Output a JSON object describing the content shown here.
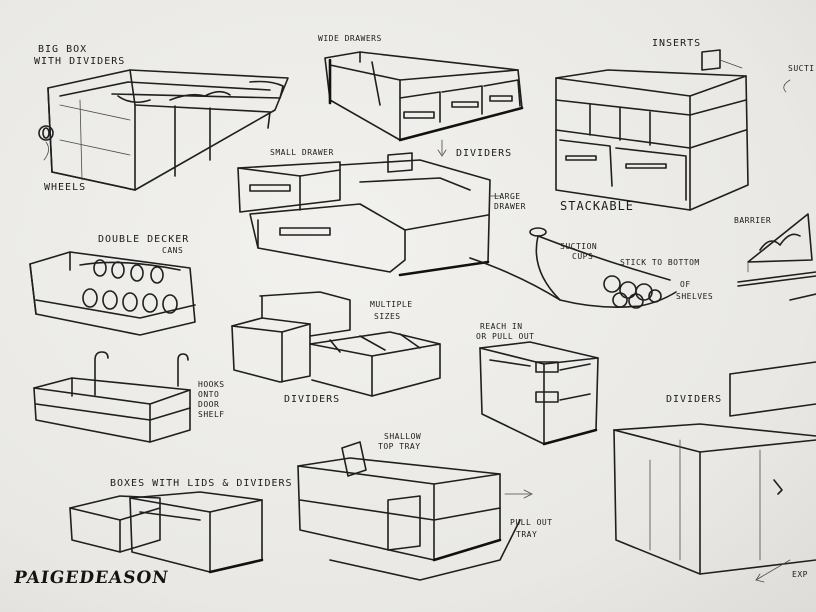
{
  "labels": {
    "big_box_1": "BIG BOX",
    "big_box_2": "WITH DIVIDERS",
    "wheels": "WHEELS",
    "wide_drawers": "WIDE DRAWERS",
    "inserts": "INSERTS",
    "sucti": "SUCTI",
    "small_drawer": "SMALL DRAWER",
    "dividers_top": "DIVIDERS",
    "large_drawer_1": "LARGE",
    "large_drawer_2": "DRAWER",
    "stackable": "STACKABLE",
    "barrier": "BARRIER",
    "double_decker_1": "DOUBLE DECKER",
    "double_decker_2": "CANS",
    "suction_1": "SUCTION",
    "suction_2": "CUPS",
    "stick_1": "STICK TO BOTTOM",
    "stick_2": "OF",
    "stick_3": "SHELVES",
    "multiple_1": "MULTIPLE",
    "multiple_2": "SIZES",
    "reach_1": "REACH IN",
    "reach_2": "OR PULL OUT",
    "hooks_1": "HOOKS",
    "hooks_2": "ONTO",
    "hooks_3": "DOOR",
    "hooks_4": "SHELF",
    "dividers_mid": "DIVIDERS",
    "dividers_right": "DIVIDERS",
    "shallow_1": "SHALLOW",
    "shallow_2": "TOP TRAY",
    "boxes_lids": "BOXES WITH LIDS & DIVIDERS",
    "pull_out_1": "PULL OUT",
    "pull_out_2": "TRAY",
    "exp": "EXP"
  },
  "signature": "PAIGEDEASON"
}
